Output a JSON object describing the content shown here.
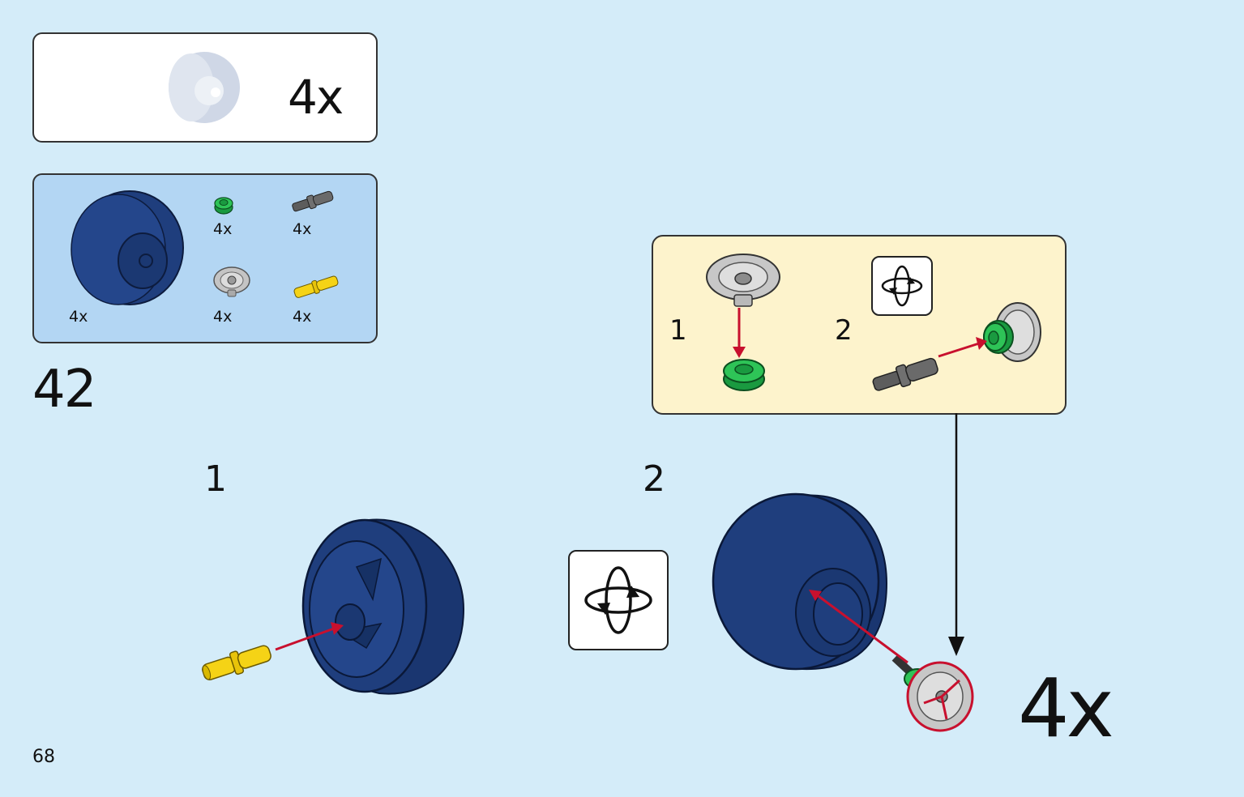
{
  "page_number": "68",
  "step_number": "42",
  "finished_part": {
    "multiplier": "4x",
    "icon": "wheel-icon"
  },
  "parts_list": [
    {
      "name": "tire-wheel-icon",
      "qty": "4x"
    },
    {
      "name": "green-round-plate-icon",
      "qty": "4x"
    },
    {
      "name": "grey-axle-pin-icon",
      "qty": "4x"
    },
    {
      "name": "grey-hubcap-icon",
      "qty": "4x"
    },
    {
      "name": "yellow-pin-icon",
      "qty": "4x"
    }
  ],
  "substeps": [
    "1",
    "2"
  ],
  "subassembly": {
    "steps": [
      "1",
      "2"
    ],
    "rotate_icon": "rotate-model-icon"
  },
  "rotate_icon": "rotate-model-icon",
  "repeat_multiplier": "4x",
  "colors": {
    "background": "#d4ecf9",
    "parts_box": "#b3d6f3",
    "subassembly_box": "#fdf3cc",
    "tire": "#1f3e7d",
    "green": "#22b24b",
    "yellow": "#f5d316",
    "grey": "#c4c4c4",
    "dark_grey": "#5a5a5a",
    "arrow": "#c8102e"
  }
}
